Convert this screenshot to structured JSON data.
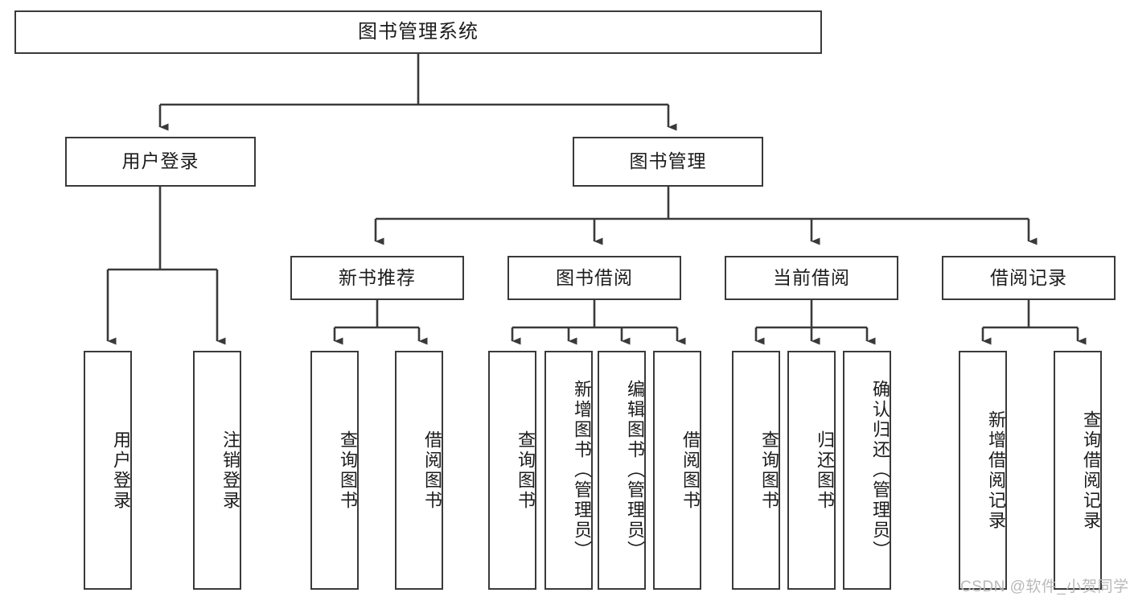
{
  "diagram": {
    "type": "tree",
    "title": "图书管理系统",
    "watermark": "CSDN @软件_小贺同学",
    "colors": {
      "box_border": "#3a3a3a",
      "box_fill": "#ffffff",
      "edge": "#3a3a3a",
      "text": "#1c1c1c",
      "watermark": "#b9b9b9"
    },
    "nodes": {
      "root": {
        "label": "图书管理系统"
      },
      "level2": [
        {
          "id": "user_login",
          "label": "用户登录"
        },
        {
          "id": "book_manage",
          "label": "图书管理"
        }
      ],
      "level3": [
        {
          "id": "new_book_rec",
          "label": "新书推荐"
        },
        {
          "id": "book_borrow",
          "label": "图书借阅"
        },
        {
          "id": "current_borrow",
          "label": "当前借阅"
        },
        {
          "id": "borrow_record",
          "label": "借阅记录"
        }
      ],
      "leaves": {
        "user_login": [
          {
            "id": "leaf_user_login",
            "label": "用户登录"
          },
          {
            "id": "leaf_logout",
            "label": "注销登录"
          }
        ],
        "new_book_rec": [
          {
            "id": "leaf_query_book_1",
            "label": "查询图书"
          },
          {
            "id": "leaf_borrow_book_1",
            "label": "借阅图书"
          }
        ],
        "book_borrow": [
          {
            "id": "leaf_query_book_2",
            "label": "查询图书"
          },
          {
            "id": "leaf_add_book",
            "label": "新增图书（管理员）"
          },
          {
            "id": "leaf_edit_book",
            "label": "编辑图书（管理员）"
          },
          {
            "id": "leaf_borrow_book_2",
            "label": "借阅图书"
          }
        ],
        "current_borrow": [
          {
            "id": "leaf_query_book_3",
            "label": "查询图书"
          },
          {
            "id": "leaf_return_book",
            "label": "归还图书"
          },
          {
            "id": "leaf_confirm_return",
            "label": "确认归还（管理员）"
          }
        ],
        "borrow_record": [
          {
            "id": "leaf_add_record",
            "label": "新增借阅记录"
          },
          {
            "id": "leaf_query_record",
            "label": "查询借阅记录"
          }
        ]
      }
    }
  }
}
